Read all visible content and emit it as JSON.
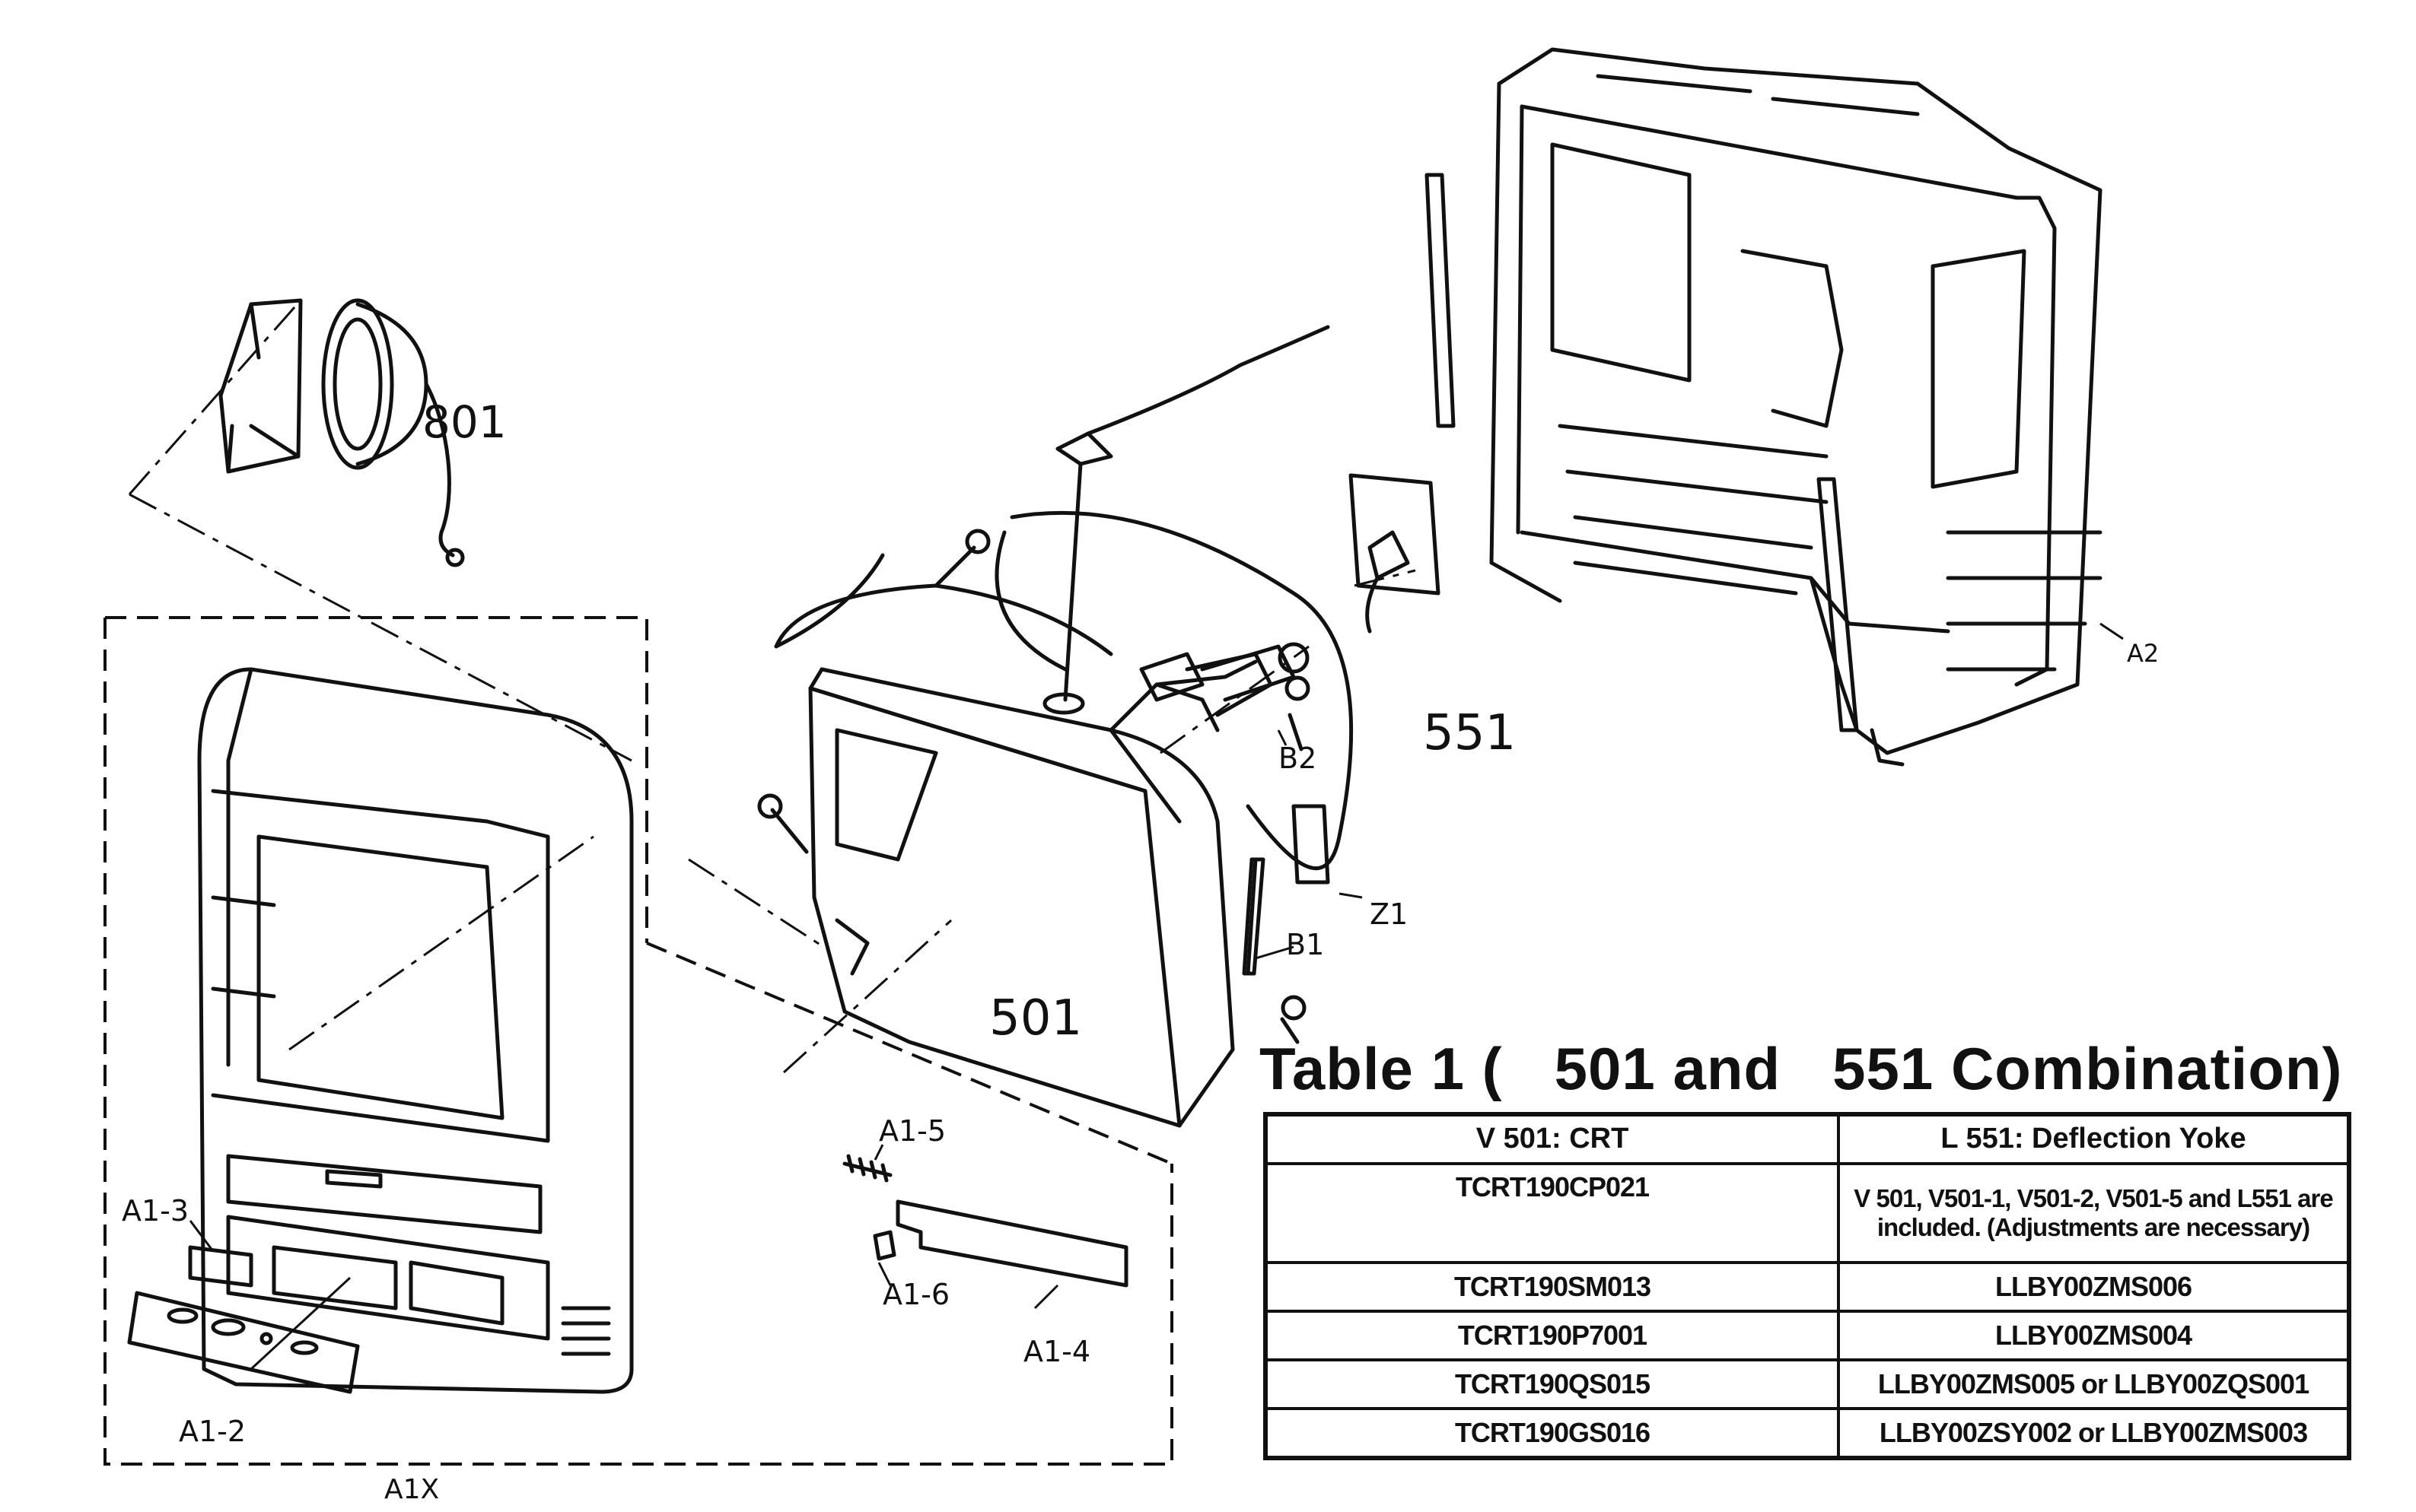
{
  "labels": {
    "speaker": "801",
    "crt": "501",
    "yoke": "551",
    "cabinet_back": "A2",
    "front_cabinet_assy": "A1X",
    "screw_b1": "B1",
    "screw_b2": "B2",
    "pcb_z1": "Z1",
    "door": "A1-3",
    "panel": "A1-2",
    "bracket": "A1-4",
    "spring": "A1-5",
    "clip": "A1-6"
  },
  "table": {
    "title": "Table 1 (   501 and   551 Combination)",
    "headers": [
      "V 501: CRT",
      "L 551: Deflection Yoke"
    ],
    "rows": [
      {
        "crt": "TCRT190CP021",
        "yoke": "V 501, V501-1, V501-2, V501-5 and L551 are included. (Adjustments are necessary)"
      },
      {
        "crt": "TCRT190SM013",
        "yoke": "LLBY00ZMS006"
      },
      {
        "crt": "TCRT190P7001",
        "yoke": "LLBY00ZMS004"
      },
      {
        "crt": "TCRT190QS015",
        "yoke": "LLBY00ZMS005 or LLBY00ZQS001"
      },
      {
        "crt": "TCRT190GS016",
        "yoke": "LLBY00ZSY002 or LLBY00ZMS003"
      }
    ]
  }
}
